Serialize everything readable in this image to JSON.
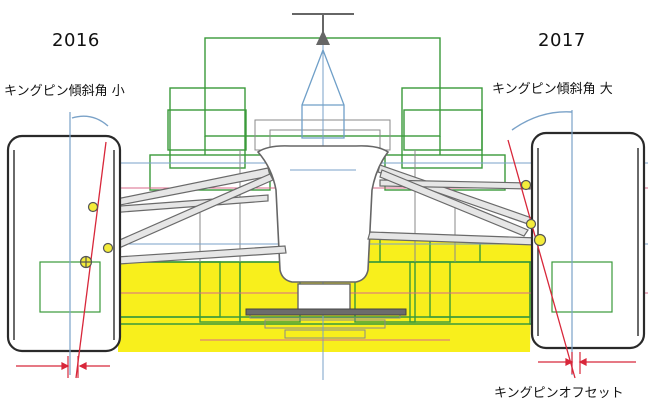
{
  "labels": {
    "year_left": "2016",
    "year_right": "2017",
    "kingpin_small": "キングピン傾斜角 小",
    "kingpin_large": "キングピン傾斜角 大",
    "kingpin_offset": "キングピンオフセット"
  },
  "colors": {
    "green": "#3a9a3a",
    "blue": "#7aa2c8",
    "grey": "#7a7a7a",
    "red": "#d8273a",
    "pink": "#d86a8a",
    "yellow": "#f8ef1c",
    "tire": "#2a2a2a"
  }
}
